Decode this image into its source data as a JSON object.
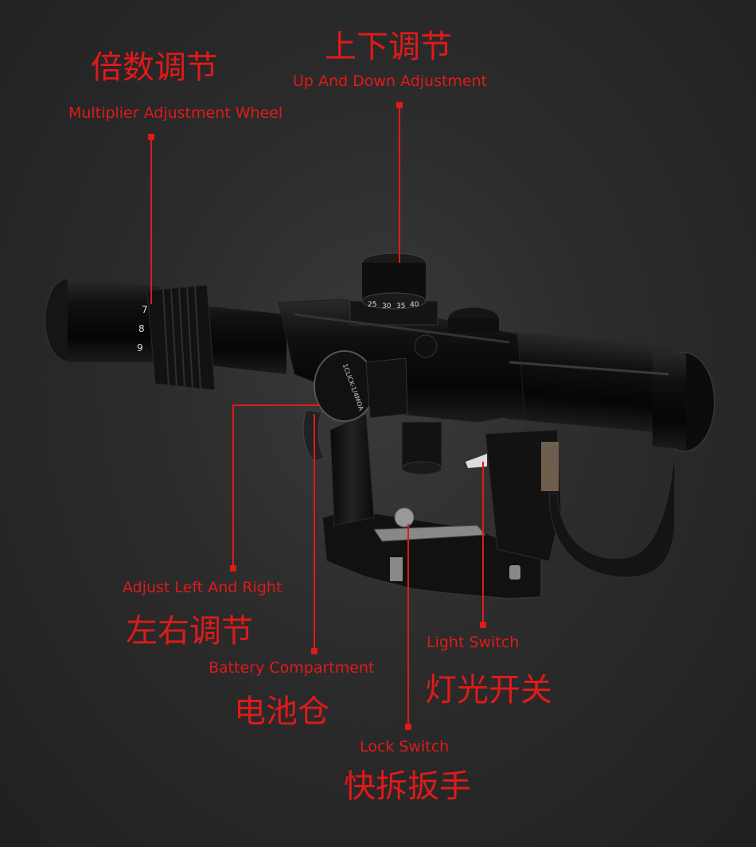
{
  "callouts": {
    "magnification": {
      "cn": "倍数调节",
      "en": "Multiplier Adjustment Wheel"
    },
    "elevation": {
      "cn": "上下调节",
      "en": "Up And Down Adjustment"
    },
    "windage": {
      "cn": "左右调节",
      "en": "Adjust Left And Right"
    },
    "battery": {
      "cn": "电池仓",
      "en": "Battery Compartment"
    },
    "light": {
      "cn": "灯光开关",
      "en": "Light Switch"
    },
    "lock": {
      "cn": "快拆扳手",
      "en": "Lock Switch"
    }
  },
  "scope_markings": {
    "zoom_numbers": [
      "7",
      "8",
      "9"
    ],
    "turret_numbers": [
      "25",
      "30",
      "35",
      "40"
    ],
    "side_text": "1CLICK-1/4MOA"
  },
  "colors": {
    "accent": "#e01a1a",
    "background": "#262626",
    "scope_body": "#0c0c0c"
  }
}
